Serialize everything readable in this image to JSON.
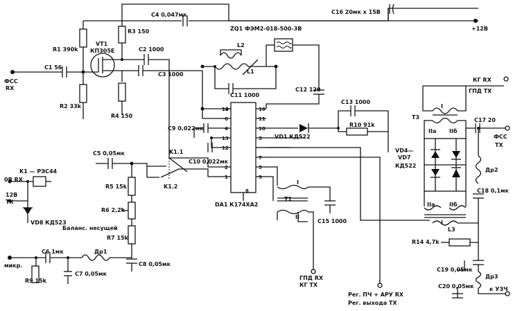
{
  "labels": {
    "c16": "C16 20мк x 15В",
    "plus12": "+12В",
    "c4": "C4 0,047мк",
    "r3": "R3 150",
    "r1": "R1 390k",
    "vt1": "VT1",
    "vt1_type": "КП305Е",
    "c2": "C2 1000",
    "c3": "C3 1000",
    "fss_rx_left": "ФСС",
    "rx": "RX",
    "c1": "C1 56",
    "r2": "R2 33k",
    "r4": "R4 150",
    "l2": "L2",
    "l1": "L1",
    "zq1": "ZQ1 ФЭМ2-018-500-3В",
    "c11": "C11 1000",
    "c12": "C12 120",
    "c13": "C13 1000",
    "c9": "C9 0,022мк",
    "vd1": "VD1 КД522",
    "r10": "R10 91k",
    "k1_1": "K1.1",
    "c10": "C10 0,022мк",
    "c5": "C5 0,05мк",
    "k1_2": "K1.2",
    "k1_rel": "K1 — РЭС44",
    "v0b_rx": "0В RX",
    "v12b": "12В",
    "tx": "TX",
    "vd8": "VD8 КД523",
    "r5": "R5 15k",
    "r6": "R6 2,2k",
    "r7": "R7 15k",
    "balance": "Баланс. несущей",
    "da1": "DA1 К174ХА2",
    "t1": "T1",
    "wind_I": "I",
    "wind_II": "II",
    "c15": "C15 1000",
    "c6": "C6 1мк",
    "dr1": "Др1",
    "c7": "C7 0,05мк",
    "r9": "R9 15k",
    "c8": "C8 0,05мк",
    "mic": "микр.",
    "gpd_rx": "ГПД RX",
    "kg_tx": "КГ TX",
    "reg1": "Рег. ПЧ + АРУ RX",
    "reg2": "Рег. выхода TX",
    "kg_rx": "КГ RX",
    "gpd_tx": "ГПД TX",
    "t3": "T3",
    "t3_I": "I",
    "t3_IIa": "IIа",
    "t3_IIb": "IIб",
    "c17": "C17 20",
    "fss_tx": "ФСС",
    "tx2": "TX",
    "vd4": "VD4—",
    "vd7": "VD7",
    "kd522": "КД522",
    "dr2": "Др2",
    "c18": "C18 0,1мк",
    "l3_IIa": "IIа",
    "l3_IIb": "IIб",
    "l3_I": "I",
    "l3": "L3",
    "r14": "R14 4,7k",
    "c19": "C19 0,05мк",
    "dr3": "Др3",
    "c20": "C20 0,05мк",
    "ku3ch": "к УЗЧ",
    "pin1": "1",
    "pin2": "2",
    "pin3": "3",
    "pin4": "4",
    "pin5": "5",
    "pin6": "6",
    "pin7": "7",
    "pin8": "8",
    "pin9": "9",
    "pin10": "10",
    "pin11": "11",
    "pin12": "12",
    "pin13": "13",
    "pin14": "14",
    "pin15": "15",
    "pin16": "16"
  }
}
